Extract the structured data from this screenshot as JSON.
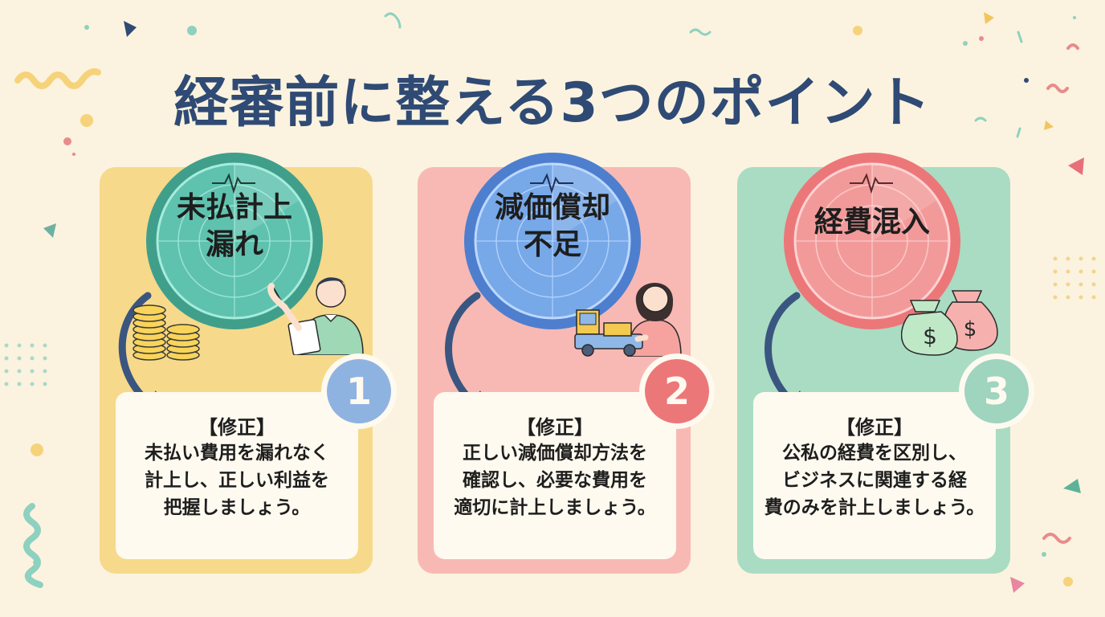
{
  "title": "経審前に整える3つのポイント",
  "colors": {
    "background": "#fbf3df",
    "title": "#2f4a74",
    "card1": "#f6d98b",
    "card2": "#f8b9b4",
    "card3": "#a9dcc3",
    "radar1": "#3f9f8b",
    "radar2": "#4e7fce",
    "radar3": "#ec7779",
    "badge1": "#8fb3e1",
    "badge2": "#ec7779",
    "badge3": "#9fd4bf",
    "arrow": "#3a5680"
  },
  "cards": [
    {
      "radar_lines": [
        "未払計上",
        "漏れ"
      ],
      "number": "1",
      "fix_label": "【修正】",
      "lines": [
        "未払い費用を漏れなく",
        "計上し、正しい利益を",
        "把握しましょう。"
      ],
      "illustration": "man-with-clipboard-and-coins-icon"
    },
    {
      "radar_lines": [
        "減価償却",
        "不足"
      ],
      "number": "2",
      "fix_label": "【修正】",
      "lines": [
        "正しい減価償却方法を",
        "確認し、必要な費用を",
        "適切に計上しましょう。"
      ],
      "illustration": "woman-with-machinery-icon"
    },
    {
      "radar_lines": [
        "経費混入"
      ],
      "number": "3",
      "fix_label": "【修正】",
      "lines": [
        "公私の経費を区別し、",
        "ビジネスに関連する経",
        "費のみを計上しましょう。"
      ],
      "illustration": "money-bags-icon"
    }
  ]
}
